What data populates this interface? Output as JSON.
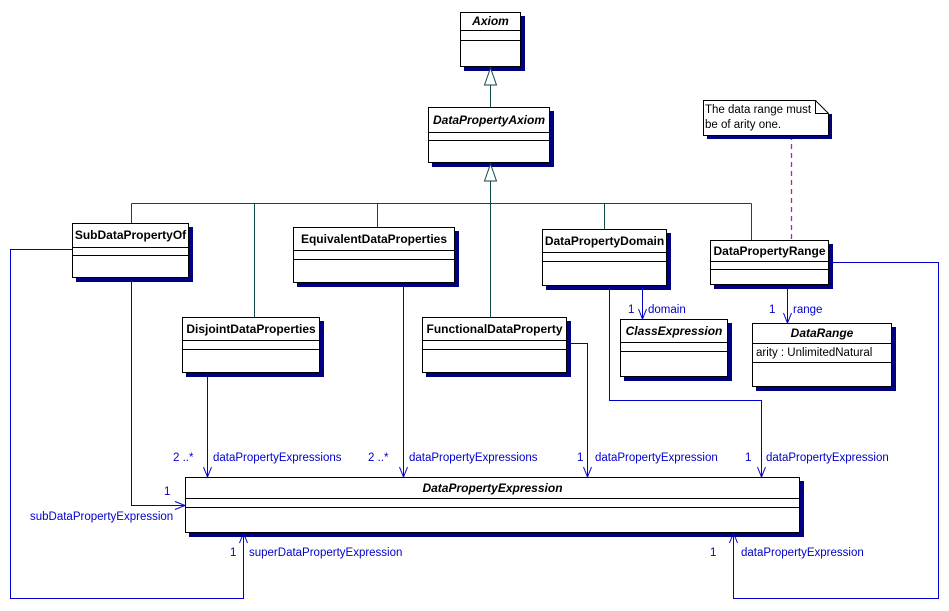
{
  "diagram_type": "uml-class-diagram",
  "colors": {
    "background": "#ffffff",
    "class_border": "#000000",
    "class_fill": "#ffffff",
    "drop_shadow": "#000080",
    "generalization_line": "#0d4a4a",
    "association_line": "#0000cc",
    "edge_label_text": "#0000cc",
    "note_anchor_line": "#993399"
  },
  "classes": {
    "axiom": {
      "name": "Axiom",
      "abstract": true
    },
    "data_property_axiom": {
      "name": "DataPropertyAxiom",
      "abstract": true
    },
    "sub_data_property_of": {
      "name": "SubDataPropertyOf",
      "abstract": false
    },
    "equivalent_data_properties": {
      "name": "EquivalentDataProperties",
      "abstract": false
    },
    "disjoint_data_properties": {
      "name": "DisjointDataProperties",
      "abstract": false
    },
    "functional_data_property": {
      "name": "FunctionalDataProperty",
      "abstract": false
    },
    "data_property_domain": {
      "name": "DataPropertyDomain",
      "abstract": false
    },
    "data_property_range": {
      "name": "DataPropertyRange",
      "abstract": false
    },
    "class_expression": {
      "name": "ClassExpression",
      "abstract": true
    },
    "data_range": {
      "name": "DataRange",
      "abstract": true,
      "attribute": "arity : UnlimitedNatural"
    },
    "data_property_expression": {
      "name": "DataPropertyExpression",
      "abstract": true
    }
  },
  "note": {
    "text": "The data range must be of arity one."
  },
  "edges": {
    "disjoint_expressions": {
      "multiplicity": "2 ..*",
      "role": "dataPropertyExpressions"
    },
    "equivalent_expressions": {
      "multiplicity": "2 ..*",
      "role": "dataPropertyExpressions"
    },
    "functional_expression": {
      "multiplicity": "1",
      "role": "dataPropertyExpression"
    },
    "domain_expression": {
      "multiplicity": "1",
      "role": "dataPropertyExpression"
    },
    "domain": {
      "multiplicity": "1",
      "role": "domain"
    },
    "range": {
      "multiplicity": "1",
      "role": "range"
    },
    "range_expression": {
      "multiplicity": "1",
      "role": "dataPropertyExpression"
    },
    "sub_expression": {
      "multiplicity": "1",
      "role": "subDataPropertyExpression"
    },
    "super_expression": {
      "multiplicity": "1",
      "role": "superDataPropertyExpression"
    }
  }
}
